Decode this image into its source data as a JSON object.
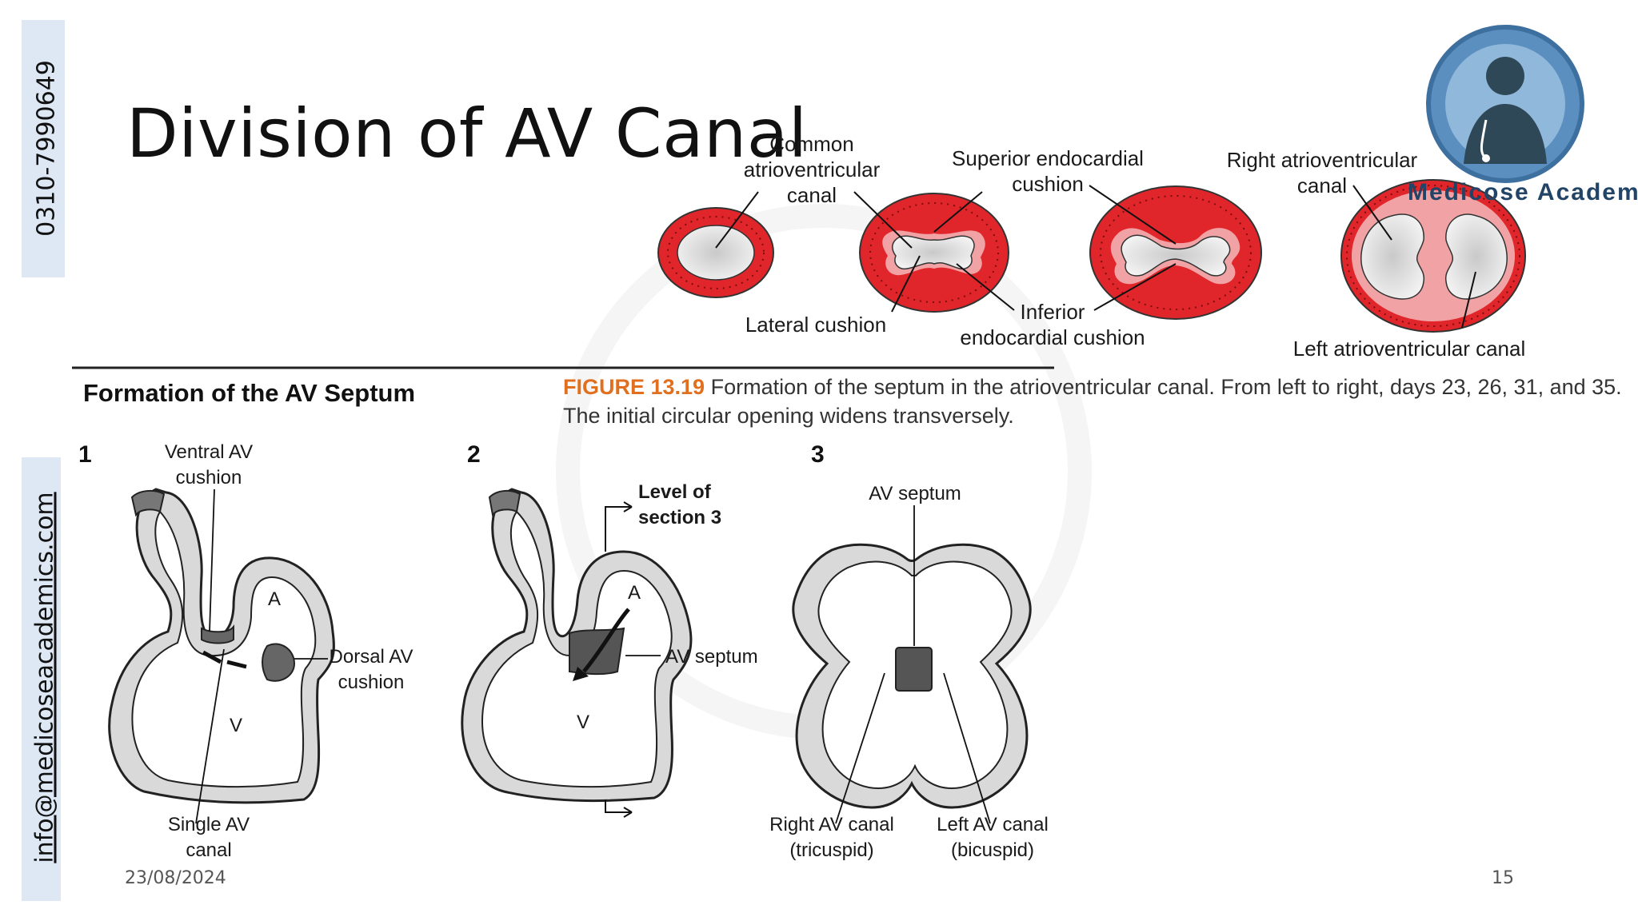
{
  "slide": {
    "title": "Division of AV Canal",
    "phone": "0310-7990649",
    "email": "info@medicoseacademics.com",
    "date": "23/08/2024",
    "page_number": "15",
    "logo_text": "Medicose Academics"
  },
  "top_figure": {
    "labels": {
      "common_canal": "Common\natrioventricular\ncanal",
      "superior_cushion": "Superior endocardial\ncushion",
      "right_av_canal": "Right atrioventricular\ncanal",
      "lateral_cushion": "Lateral cushion",
      "inferior_cushion": "Inferior\nendocardial cushion",
      "left_av_canal": "Left atrioventricular canal"
    },
    "caption_figure": "FIGURE 13.19",
    "caption_text": " Formation of the septum in the atrioventricular canal. From left to right, days 23, 26, 31, and 35.",
    "caption_line2": "The initial circular opening widens transversely."
  },
  "bottom_figure": {
    "heading": "Formation of the AV Septum",
    "panel_numbers": [
      "1",
      "2",
      "3"
    ],
    "labels": {
      "ventral_cushion": "Ventral AV\ncushion",
      "dorsal_cushion": "Dorsal AV\ncushion",
      "single_canal": "Single AV\ncanal",
      "a1": "A",
      "v1": "V",
      "level_section": "Level of\nsection 3",
      "av_septum_2": "AV septum",
      "a2": "A",
      "v2": "V",
      "av_septum_3": "AV septum",
      "right_canal": "Right AV canal\n(tricuspid)",
      "left_canal": "Left AV canal\n(bicuspid)"
    }
  },
  "colors": {
    "sidebar_bg": "#dde8f4",
    "cushion_red": "#e0262b",
    "caption_orange": "#e07020",
    "logo_blue": "#5b8fbf"
  }
}
